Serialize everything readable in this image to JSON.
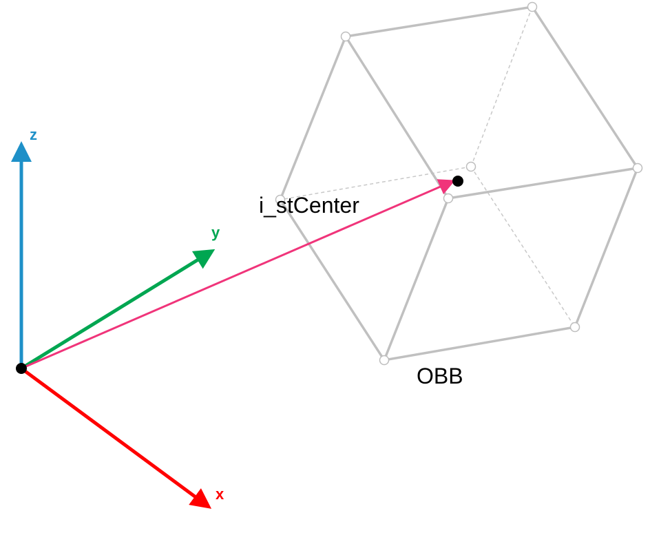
{
  "colors": {
    "x_axis": "#ff0000",
    "y_axis": "#00a651",
    "z_axis": "#1e90c8",
    "center_vector": "#f0347a",
    "box_edges": "#c0c0c0",
    "points": "#000000"
  },
  "axes": {
    "x_label": "x",
    "y_label": "y",
    "z_label": "z"
  },
  "vector": {
    "label": "i_stCenter"
  },
  "box": {
    "label": "OBB"
  }
}
